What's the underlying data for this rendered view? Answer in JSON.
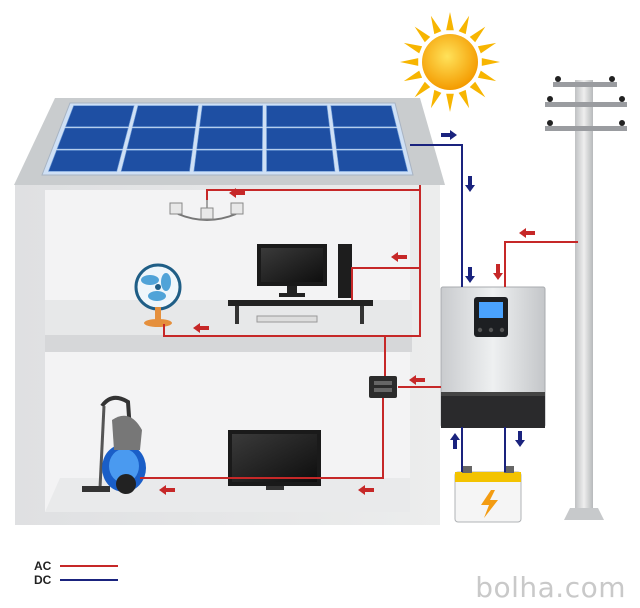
{
  "legend": {
    "ac_label": "AC",
    "dc_label": "DC",
    "ac_color": "#c62828",
    "dc_color": "#1a237e"
  },
  "watermark": "bolha.com",
  "colors": {
    "house_wall": "#e6e7e8",
    "house_inner": "#f2f2f2",
    "roof": "#cfd2d4",
    "panel_cell": "#1e4fa3",
    "sun": "#f7b500",
    "inverter_body": "#d9dbdd",
    "battery": "#f3f3f3"
  },
  "components": [
    "solar-panel",
    "sun",
    "utility-pole",
    "inverter",
    "battery",
    "chandelier",
    "desktop-computer",
    "fan",
    "vacuum-cleaner",
    "tv",
    "distribution-box"
  ]
}
